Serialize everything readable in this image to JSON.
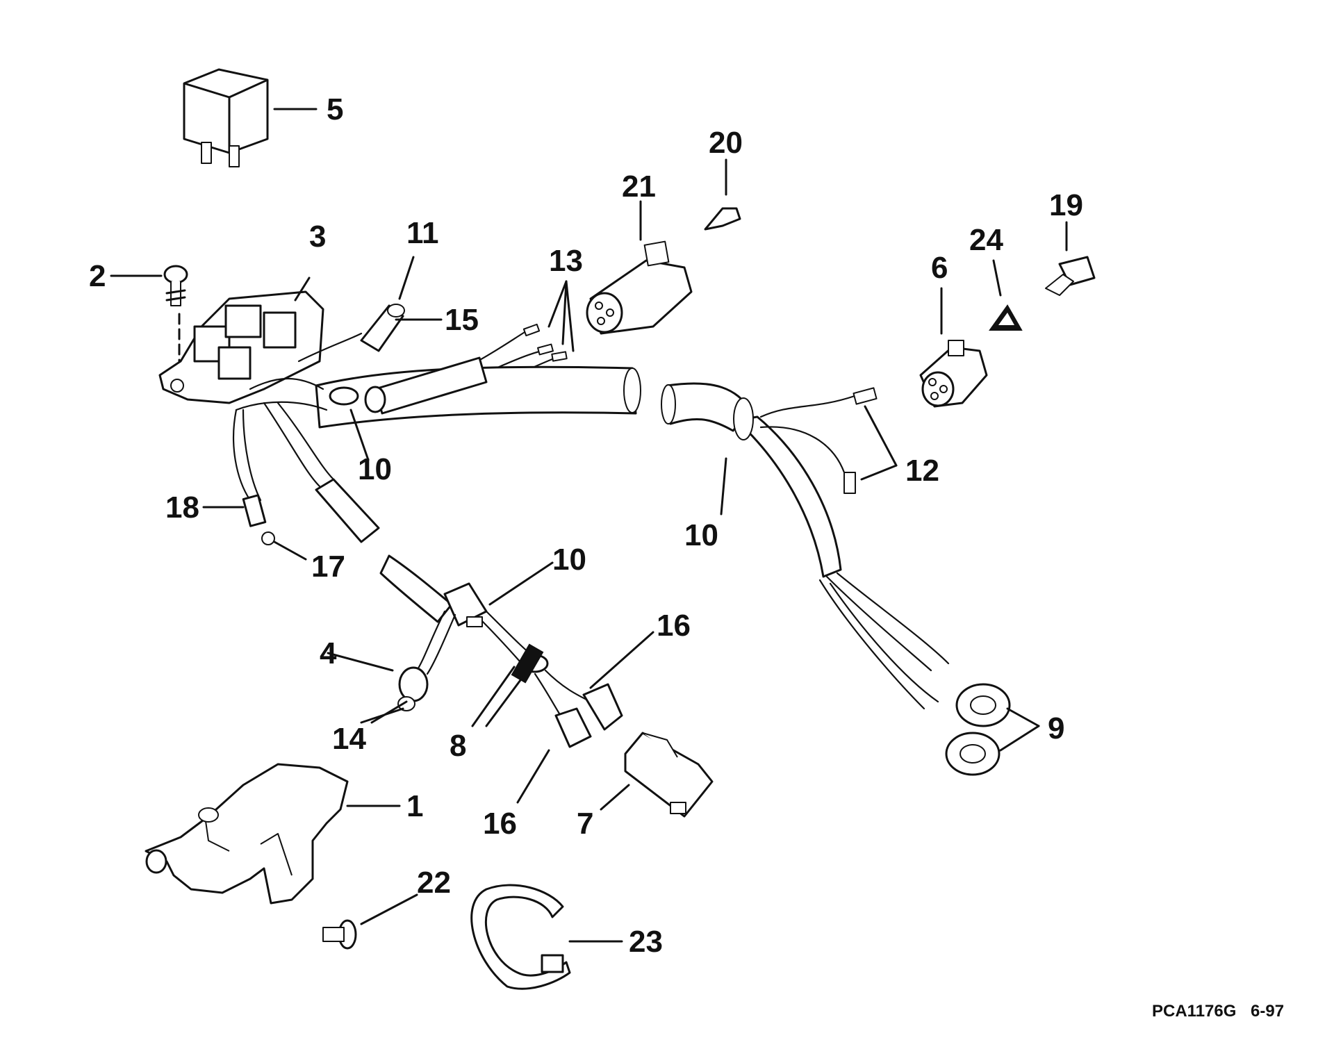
{
  "diagram": {
    "reference_code": "PCA1176G",
    "revision_date": "6-97",
    "callouts": {
      "c1": "1",
      "c2": "2",
      "c3": "3",
      "c4": "4",
      "c5": "5",
      "c6": "6",
      "c7": "7",
      "c8": "8",
      "c9": "9",
      "c10a": "10",
      "c10b": "10",
      "c10c": "10",
      "c11": "11",
      "c12": "12",
      "c13": "13",
      "c14": "14",
      "c15": "15",
      "c16a": "16",
      "c16b": "16",
      "c17": "17",
      "c18": "18",
      "c19": "19",
      "c20": "20",
      "c21": "21",
      "c22": "22",
      "c23": "23",
      "c24": "24"
    }
  }
}
